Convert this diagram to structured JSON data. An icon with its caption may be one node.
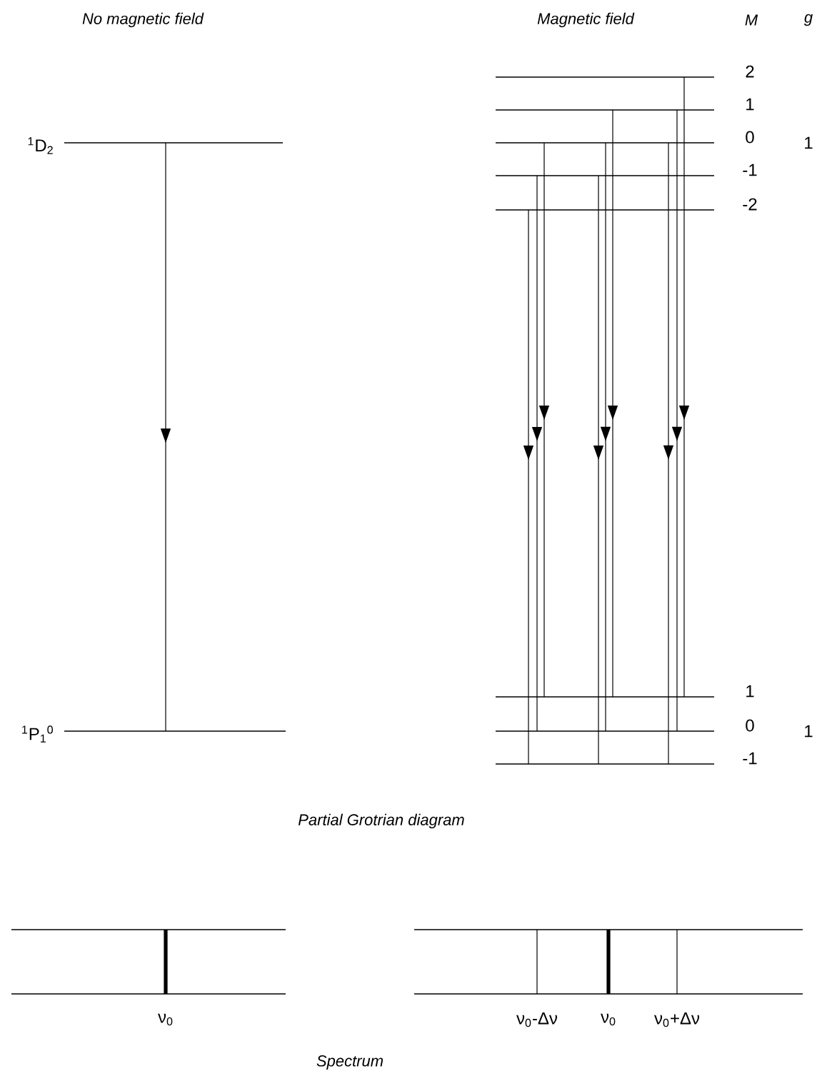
{
  "diagram": {
    "title": "Partial Grotrian diagram",
    "nodes": [
      {
        "text": [
          "$^{1}$D$_{2}$"
        ]
      },
      {
        "text": [
          "$^{1}$P$_{1}$$^{0}$"
        ]
      },
      {
        "text": [
          "2"
        ]
      },
      {
        "text": [
          "1"
        ]
      },
      {
        "text": [
          "0"
        ]
      },
      {
        "text": [
          "-1"
        ]
      },
      {
        "text": [
          "-2"
        ]
      },
      {
        "text": [
          "1"
        ]
      },
      {
        "text": [
          "0"
        ]
      },
      {
        "text": [
          "-1"
        ]
      }
    ],
    "edges": [
      {
        "from": 0,
        "to": 1,
        "arrow": "to"
      },
      {
        "from": 6,
        "to": 9,
        "arrow": "to"
      },
      {
        "from": 5,
        "to": 8,
        "arrow": "to"
      },
      {
        "from": 4,
        "to": 7,
        "arrow": "to"
      },
      {
        "from": 5,
        "to": 9,
        "arrow": "to"
      },
      {
        "from": 4,
        "to": 8,
        "arrow": "to"
      },
      {
        "from": 3,
        "to": 7,
        "arrow": "to"
      },
      {
        "from": 4,
        "to": 9,
        "arrow": "to"
      },
      {
        "from": 3,
        "to": 8,
        "arrow": "to"
      },
      {
        "from": 2,
        "to": 7,
        "arrow": "to"
      }
    ],
    "labels": [
      "No magnetic field",
      "Magnetic field",
      "M",
      "g",
      "1",
      "1",
      "ν$_{0}$",
      "ν$_{0}$-Δν",
      "ν$_{0}$",
      "ν$_{0}$+Δν",
      "Spectrum"
    ]
  }
}
